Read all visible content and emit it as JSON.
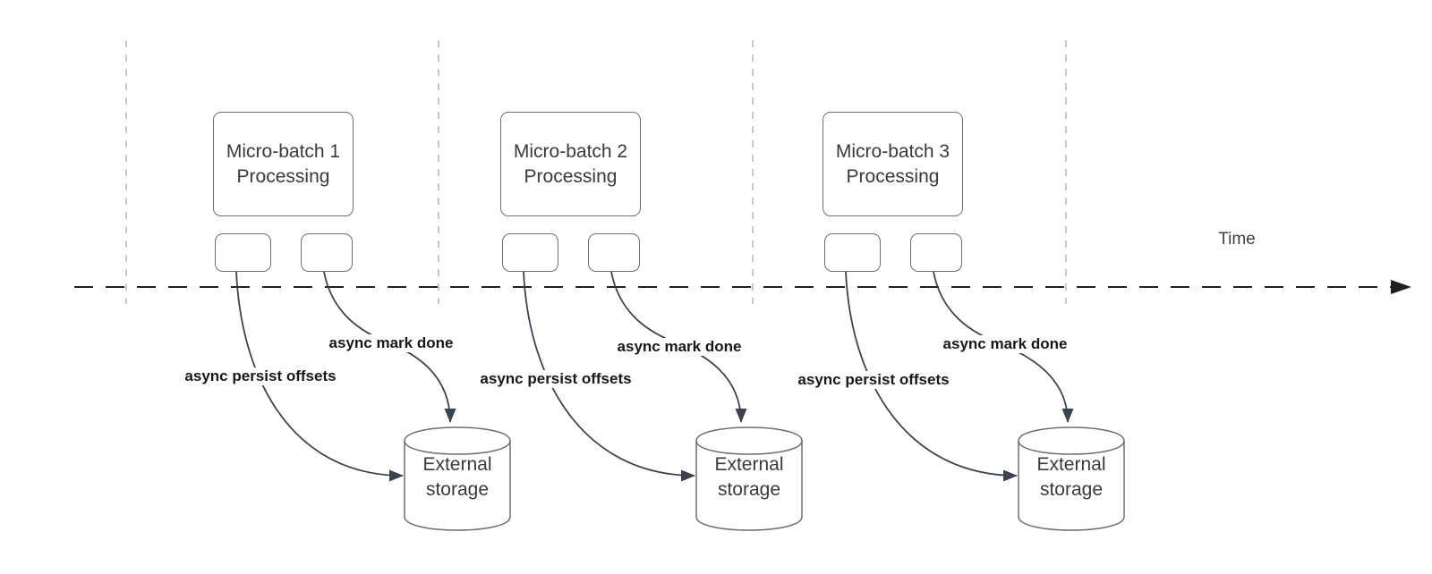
{
  "diagram": {
    "type": "timeline-flow-diagram",
    "time_axis_label": "Time",
    "groups": [
      {
        "process_box": {
          "line1": "Micro-batch 1",
          "line2": "Processing"
        },
        "persist_arrow_label": "async persist offsets",
        "mark_done_arrow_label": "async mark done",
        "storage": {
          "line1": "External",
          "line2": "storage"
        }
      },
      {
        "process_box": {
          "line1": "Micro-batch 2",
          "line2": "Processing"
        },
        "persist_arrow_label": "async persist offsets",
        "mark_done_arrow_label": "async mark done",
        "storage": {
          "line1": "External",
          "line2": "storage"
        }
      },
      {
        "process_box": {
          "line1": "Micro-batch 3",
          "line2": "Processing"
        },
        "persist_arrow_label": "async persist offsets",
        "mark_done_arrow_label": "async mark done",
        "storage": {
          "line1": "External",
          "line2": "storage"
        }
      }
    ],
    "colors": {
      "background": "#ffffff",
      "shape_border": "#6e6e6e",
      "shape_text": "#3a3a3e",
      "arrow_stroke": "#3b4350",
      "arrow_label_text": "#181818",
      "time_axis": "#202020",
      "gridline": "#b3b3b3"
    }
  }
}
